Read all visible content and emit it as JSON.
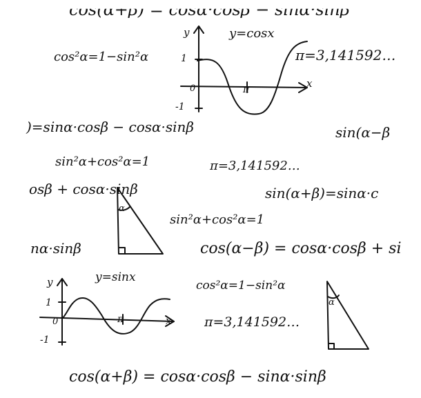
{
  "formulas": {
    "top_strip": "cos(α+β) = cosα·cosβ − sinα·sinβ",
    "cos2_a": "cos²α=1−sin²α",
    "pi_a": "π=3,141592…",
    "diff_partial_a": ")=sinα·cosβ − cosα·sinβ",
    "sin_diff_partial": "sin(α−β",
    "pythag_a": "sin²α+cos²α=1",
    "pi_b": "π=3,141592…",
    "sum_partial": "osβ + cosα·sinβ",
    "sin_sum": "sin(α+β)=sinα·c",
    "pythag_b": "sin²α+cos²α=1",
    "sin_partial": "nα·sinβ",
    "cos_diff": "cos(α−β) = cosα·cosβ + si",
    "cos2_b": "cos²α=1−sin²α",
    "pi_c": "π=3,141592…",
    "bottom_strip": "cos(α+β) = cosα·cosβ − sinα·sinβ"
  },
  "graph_cos": {
    "title": "y=cosx",
    "y_axis": "y",
    "x_axis": "x",
    "tick_pos": "1",
    "tick_neg": "-1",
    "origin": "0",
    "pi": "π"
  },
  "graph_sin": {
    "title": "y=sinx",
    "y_axis": "y",
    "x_axis": "x",
    "tick_pos": "1",
    "tick_neg": "-1",
    "origin": "0",
    "pi": "π"
  },
  "triangle_a": {
    "angle": "α"
  },
  "triangle_b": {
    "angle": "α"
  }
}
